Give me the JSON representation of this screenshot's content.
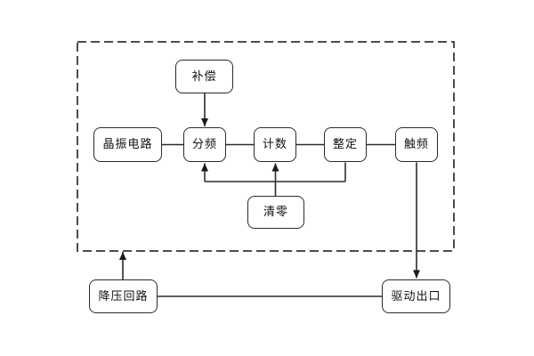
{
  "figure": {
    "type": "block-diagram",
    "background": "#ffffff",
    "colors": {
      "wire": "#2b2b2b",
      "box_border": "#2b2b2b",
      "box_fill": "#ffffff",
      "dashed_boundary": "#4d4d4d",
      "text": "#111111"
    },
    "blocks": [
      {
        "id": "compensation",
        "label": "补偿"
      },
      {
        "id": "crystal-oscillator-circuit",
        "label": "晶振电路"
      },
      {
        "id": "frequency-division",
        "label": "分频"
      },
      {
        "id": "counting",
        "label": "计数"
      },
      {
        "id": "setting",
        "label": "整定"
      },
      {
        "id": "trigger-frequency",
        "label": "触频"
      },
      {
        "id": "clear-zero",
        "label": "清零"
      },
      {
        "id": "step-down-circuit",
        "label": "降压回路"
      },
      {
        "id": "drive-output",
        "label": "驱动出口"
      }
    ],
    "edges": [
      {
        "from": "补偿",
        "to": "分频",
        "arrow": "to"
      },
      {
        "from": "晶振电路",
        "to": "分频",
        "arrow": "none"
      },
      {
        "from": "分频",
        "to": "计数",
        "arrow": "none"
      },
      {
        "from": "计数",
        "to": "整定",
        "arrow": "none"
      },
      {
        "from": "整定",
        "to": "触频",
        "arrow": "none"
      },
      {
        "from": "整定",
        "to": "分频",
        "arrow": "to",
        "route": "feedback-below-row"
      },
      {
        "from": "清零",
        "to": "计数",
        "arrow": "to"
      },
      {
        "from": "清零",
        "to": "分频",
        "arrow": "to",
        "route": "via-feedback-line"
      },
      {
        "from": "触频",
        "to": "驱动出口",
        "arrow": "to"
      },
      {
        "from": "降压回路",
        "to": "dashed-boundary",
        "arrow": "to"
      },
      {
        "from": "降压回路",
        "to": "驱动出口",
        "arrow": "none"
      }
    ]
  }
}
